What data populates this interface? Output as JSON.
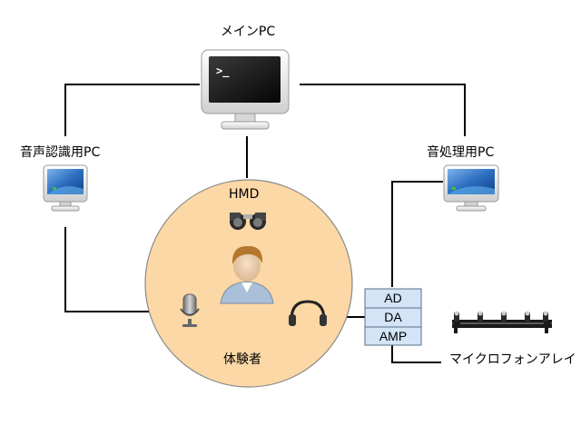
{
  "diagram": {
    "main_pc": {
      "label": "メインPC",
      "icon": "monitor-terminal-icon"
    },
    "asr_pc": {
      "label": "音声認識用PC",
      "icon": "monitor-icon"
    },
    "audio_pc": {
      "label": "音処理用PC",
      "icon": "monitor-icon"
    },
    "hmd": {
      "label": "HMD",
      "icon": "binoculars-icon"
    },
    "person": {
      "label": "体験者",
      "icon": "user-avatar-icon"
    },
    "microphone": {
      "icon": "microphone-icon"
    },
    "headphones": {
      "icon": "headphones-icon"
    },
    "ad_da_amp": {
      "cells": [
        "AD",
        "DA",
        "AMP"
      ]
    },
    "mic_array": {
      "label": "マイクロフォンアレイ",
      "icon": "microphone-array-icon"
    },
    "colors": {
      "circle_fill": "#fbd8a5",
      "circle_stroke": "#8a8a8a",
      "box_fill": "#d2e4f6",
      "box_stroke": "#5a6e86",
      "line": "#000000",
      "screen_blue": "#2c6fc0"
    }
  }
}
